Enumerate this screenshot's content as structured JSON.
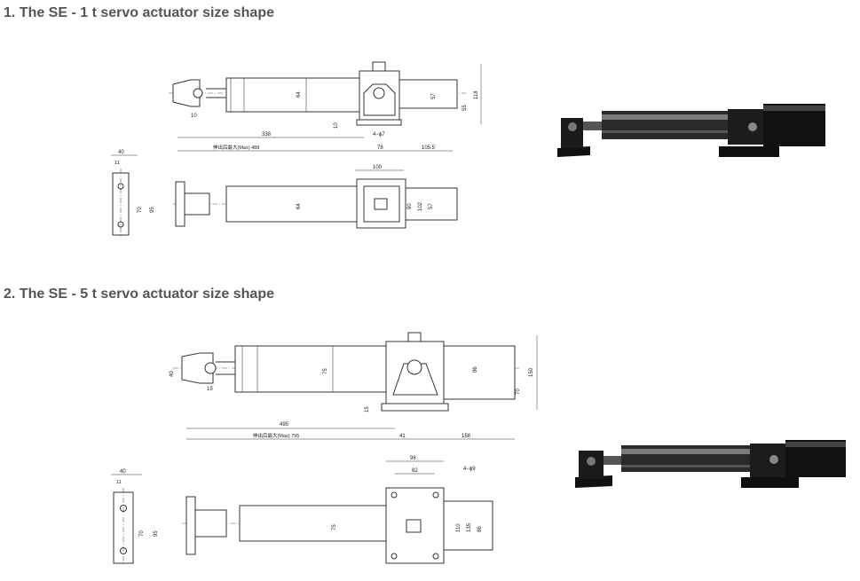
{
  "section1": {
    "title": "1. The SE - 1 t servo actuator size shape",
    "front_dims": {
      "d338": "338",
      "stroke": "伸出后最大(Max) 488",
      "d78": "78",
      "d105": "105.5",
      "d10": "10",
      "d10b": "10",
      "d64": "64",
      "d57": "57",
      "d55": "55",
      "d118": "118",
      "holes": "4−ϕ7"
    },
    "top_dims": {
      "d100": "100",
      "d64": "64",
      "d90": "90",
      "d102": "102",
      "d57": "57"
    },
    "side_dims": {
      "d40": "40",
      "d11": "11",
      "d70": "70",
      "d95": "95"
    }
  },
  "section2": {
    "title": "2. The SE - 5 t servo actuator size shape",
    "front_dims": {
      "d495": "495",
      "stroke": "伸出后最大(Max) 795",
      "d41": "41",
      "d158": "158",
      "d40": "40",
      "d15": "15",
      "d15b": "15",
      "d75": "75",
      "d86": "86",
      "d70": "70",
      "d150": "150"
    },
    "top_dims": {
      "d98": "98",
      "d82": "82",
      "holes": "4−ϕ9",
      "d75": "75",
      "d110": "110",
      "d135": "135",
      "d86": "86"
    },
    "side_dims": {
      "d40": "40",
      "d11": "11",
      "d70": "70",
      "d95": "95"
    }
  }
}
